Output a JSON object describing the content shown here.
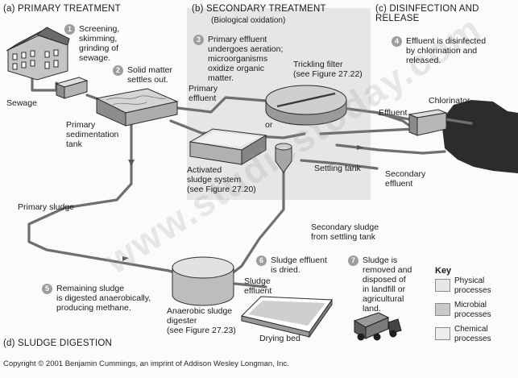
{
  "sections": {
    "a": "(a) PRIMARY TREATMENT",
    "b": "(b) SECONDARY TREATMENT",
    "b_sub": "(Biological oxidation)",
    "c": "(c) DISINFECTION AND\nRELEASE",
    "d": "(d) SLUDGE DIGESTION"
  },
  "steps": [
    {
      "num": "1",
      "text": "Screening,\nskimming,\ngrinding of\nsewage."
    },
    {
      "num": "2",
      "text": "Solid matter\nsettles out."
    },
    {
      "num": "3",
      "text": "Primary effluent\nundergoes aeration;\nmicroorganisms\noxidize organic\nmatter."
    },
    {
      "num": "4",
      "text": "Effluent is disinfected\nby chlorination and\nreleased."
    },
    {
      "num": "5",
      "text": "Remaining sludge\nis digested anaerobically,\nproducing methane."
    },
    {
      "num": "6",
      "text": "Sludge effluent\nis dried."
    },
    {
      "num": "7",
      "text": "Sludge is\nremoved and\ndisposed of\nin landfill or\nagricultural\nland."
    }
  ],
  "labels": {
    "sewage": "Sewage",
    "primary_sedimentation_tank": "Primary\nsedimentation\ntank",
    "primary_effluent": "Primary\neffluent",
    "trickling_filter": "Trickling filter\n(see Figure 27.22)",
    "or": "or",
    "activated_sludge_system": "Activated\nsludge system\n(see Figure 27.20)",
    "settling_tank": "Settling tank",
    "chlorinator": "Chlorinator",
    "effluent": "Effluent",
    "secondary_effluent": "Secondary\neffluent",
    "primary_sludge": "Primary sludge",
    "secondary_sludge": "Secondary sludge\nfrom settling tank",
    "sludge_effluent": "Sludge\neffluent",
    "anaerobic_digester": "Anaerobic sludge\ndigester\n(see Figure 27.23)",
    "drying_bed": "Drying bed"
  },
  "key": {
    "title": "Key",
    "items": [
      {
        "label": "Physical\nprocesses",
        "color": "#e7e7e7"
      },
      {
        "label": "Microbial\nprocesses",
        "color": "#c9c9c9"
      },
      {
        "label": "Chemical\nprocesses",
        "color": "#ededed"
      }
    ]
  },
  "copyright": "Copyright © 2001 Benjamin Cummings, an imprint of Addison Wesley Longman, Inc.",
  "watermark": "www.studiestoday.com",
  "colors": {
    "secondary_panel": "#e6e6e6",
    "step_badge": "#9d9d9d",
    "pipe": "#6f6f6f"
  }
}
